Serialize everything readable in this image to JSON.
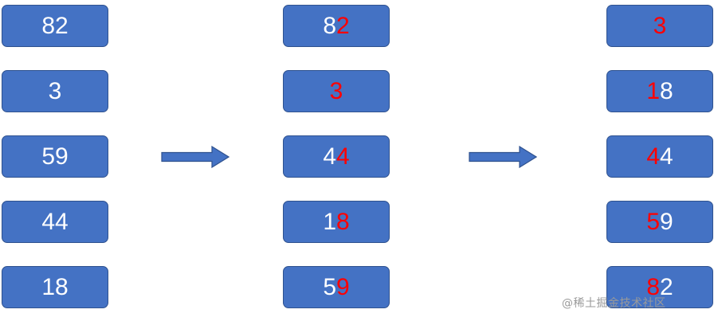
{
  "colors": {
    "box_fill": "#4472c4",
    "box_border": "#2f528f",
    "text": "#ffffff",
    "highlight": "#ff0000",
    "arrow_fill": "#4472c4"
  },
  "columns": [
    {
      "items": [
        {
          "plain": "82",
          "hl": "",
          "tail": ""
        },
        {
          "plain": "3",
          "hl": "",
          "tail": ""
        },
        {
          "plain": "59",
          "hl": "",
          "tail": ""
        },
        {
          "plain": "44",
          "hl": "",
          "tail": ""
        },
        {
          "plain": "18",
          "hl": "",
          "tail": ""
        }
      ]
    },
    {
      "items": [
        {
          "plain": "8",
          "hl": "2",
          "tail": ""
        },
        {
          "plain": "",
          "hl": "3",
          "tail": ""
        },
        {
          "plain": "4",
          "hl": "4",
          "tail": ""
        },
        {
          "plain": "1",
          "hl": "8",
          "tail": ""
        },
        {
          "plain": "5",
          "hl": "9",
          "tail": ""
        }
      ]
    },
    {
      "items": [
        {
          "plain": "",
          "hl": "3",
          "tail": ""
        },
        {
          "plain": "",
          "hl": "1",
          "tail": "8"
        },
        {
          "plain": "",
          "hl": "4",
          "tail": "4"
        },
        {
          "plain": "",
          "hl": "5",
          "tail": "9"
        },
        {
          "plain": "",
          "hl": "8",
          "tail": "2"
        }
      ]
    }
  ],
  "arrows": [
    "right-arrow-icon",
    "right-arrow-icon"
  ],
  "watermark": "@稀土掘金技术社区"
}
